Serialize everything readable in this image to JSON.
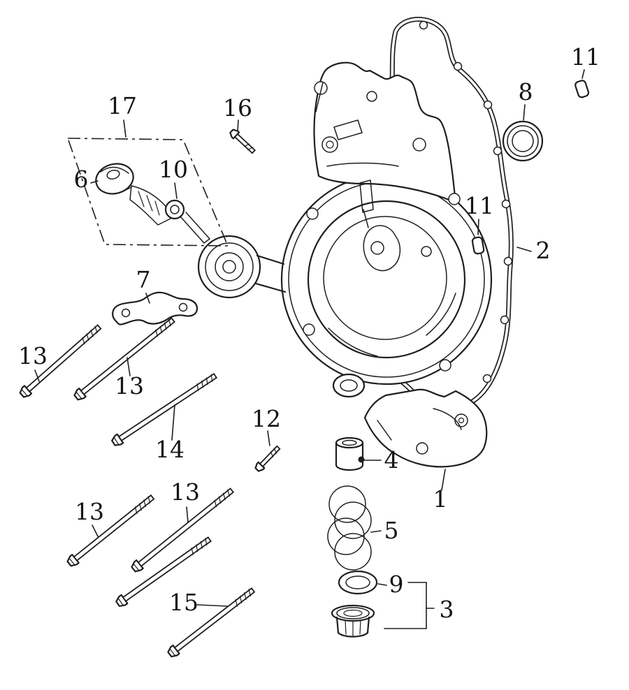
{
  "figure": {
    "background_color": "#ffffff",
    "ink_color": "#1f1f1f"
  },
  "callouts": [
    {
      "id": "callout-17",
      "label": "17"
    },
    {
      "id": "callout-16",
      "label": "16"
    },
    {
      "id": "callout-11-top",
      "label": "11"
    },
    {
      "id": "callout-8",
      "label": "8"
    },
    {
      "id": "callout-6",
      "label": "6"
    },
    {
      "id": "callout-10",
      "label": "10"
    },
    {
      "id": "callout-11-mid",
      "label": "11"
    },
    {
      "id": "callout-2",
      "label": "2"
    },
    {
      "id": "callout-7",
      "label": "7"
    },
    {
      "id": "callout-13-a",
      "label": "13"
    },
    {
      "id": "callout-13-b",
      "label": "13"
    },
    {
      "id": "callout-14",
      "label": "14"
    },
    {
      "id": "callout-12",
      "label": "12"
    },
    {
      "id": "callout-4",
      "label": "4"
    },
    {
      "id": "callout-1",
      "label": "1"
    },
    {
      "id": "callout-5",
      "label": "5"
    },
    {
      "id": "callout-13-c",
      "label": "13"
    },
    {
      "id": "callout-13-d",
      "label": "13"
    },
    {
      "id": "callout-9",
      "label": "9"
    },
    {
      "id": "callout-3",
      "label": "3"
    },
    {
      "id": "callout-15",
      "label": "15"
    }
  ]
}
